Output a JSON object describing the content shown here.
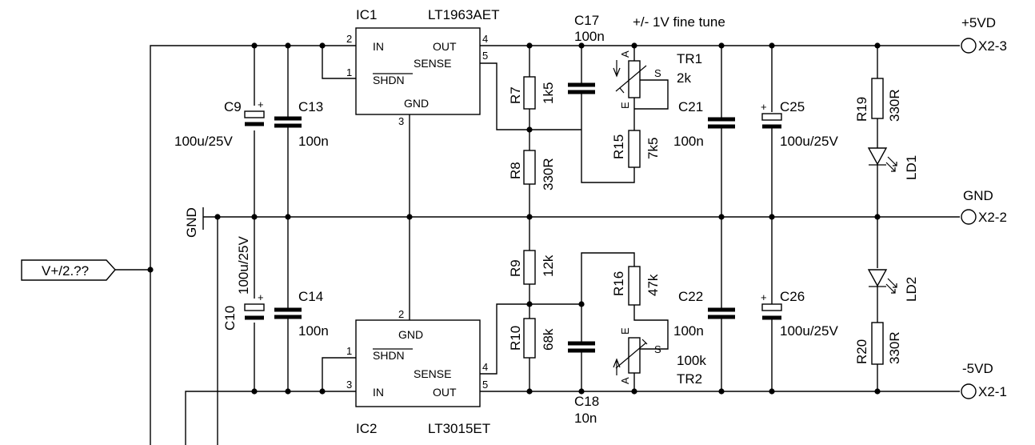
{
  "ic1": {
    "ref": "IC1",
    "part": "LT1963AET",
    "pin_in": "IN",
    "pin_out": "OUT",
    "pin_sense": "SENSE",
    "pin_shdn": "SHDN",
    "pin_gnd": "GND",
    "n2": "2",
    "n1": "1",
    "n4": "4",
    "n5": "5",
    "n3": "3"
  },
  "ic2": {
    "ref": "IC2",
    "part": "LT3015ET",
    "pin_in": "IN",
    "pin_out": "OUT",
    "pin_sense": "SENSE",
    "pin_shdn": "SHDN",
    "pin_gnd": "GND",
    "n2": "2",
    "n1": "1",
    "n3": "3",
    "n4": "4",
    "n5": "5"
  },
  "c9": {
    "ref": "C9",
    "value": "100u/25V"
  },
  "c13": {
    "ref": "C13",
    "value": "100n"
  },
  "c10": {
    "ref": "C10",
    "value": "100u/25V"
  },
  "c14": {
    "ref": "C14",
    "value": "100n"
  },
  "c17": {
    "ref": "C17",
    "value": "100n"
  },
  "c18": {
    "ref": "C18",
    "value": "10n"
  },
  "c21": {
    "ref": "C21",
    "value": "100n"
  },
  "c22": {
    "ref": "C22",
    "value": "100n"
  },
  "c25": {
    "ref": "C25",
    "value": "100u/25V"
  },
  "c26": {
    "ref": "C26",
    "value": "100u/25V"
  },
  "r7": {
    "ref": "R7",
    "value": "1k5"
  },
  "r8": {
    "ref": "R8",
    "value": "330R"
  },
  "r9": {
    "ref": "R9",
    "value": "12k"
  },
  "r10": {
    "ref": "R10",
    "value": "68k"
  },
  "r15": {
    "ref": "R15",
    "value": "7k5"
  },
  "r16": {
    "ref": "R16",
    "value": "47k"
  },
  "r19": {
    "ref": "R19",
    "value": "330R"
  },
  "r20": {
    "ref": "R20",
    "value": "330R"
  },
  "tr1": {
    "ref": "TR1",
    "value": "2k",
    "pin_a": "A",
    "pin_e": "E",
    "pin_s": "S"
  },
  "tr2": {
    "ref": "TR2",
    "value": "100k",
    "pin_a": "A",
    "pin_e": "E",
    "pin_s": "S"
  },
  "ld1": {
    "ref": "LD1"
  },
  "ld2": {
    "ref": "LD2"
  },
  "fine_tune": "+/- 1V fine tune",
  "gnd_symbol": "GND",
  "input_port": "V+/2.??",
  "pol_plus": "+",
  "connectors": [
    {
      "net": "+5VD",
      "pin": "X2-3"
    },
    {
      "net": "GND",
      "pin": "X2-2"
    },
    {
      "net": "-5VD",
      "pin": "X2-1"
    }
  ]
}
